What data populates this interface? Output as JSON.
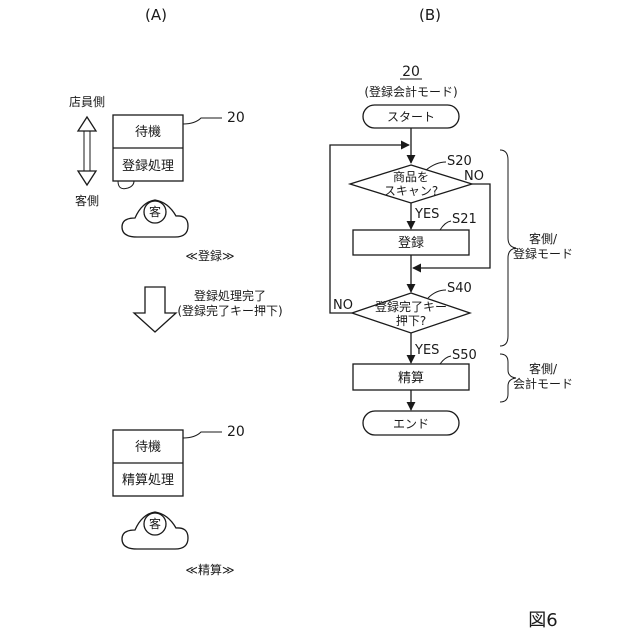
{
  "panel_a": {
    "label": "(A)",
    "clerk_side": "店員側",
    "customer_side": "客側",
    "top": {
      "ref": "20",
      "standby": "待機",
      "process": "登録処理",
      "customer": "客",
      "caption": "≪登録≫"
    },
    "transition": {
      "line1": "登録処理完了",
      "line2": "(登録完了キー押下)"
    },
    "bottom": {
      "ref": "20",
      "standby": "待機",
      "process": "精算処理",
      "customer": "客",
      "caption": "≪精算≫"
    }
  },
  "panel_b": {
    "label": "(B)",
    "ref": "20",
    "mode": "(登録会計モード)",
    "start": "スタート",
    "s20": {
      "step": "S20",
      "line1": "商品を",
      "line2": "スキャン?",
      "no": "NO",
      "yes": "YES"
    },
    "s21": {
      "step": "S21",
      "text": "登録"
    },
    "s40": {
      "step": "S40",
      "line1": "登録完了キー",
      "line2": "押下?",
      "no": "NO",
      "yes": "YES"
    },
    "s50": {
      "step": "S50",
      "text": "精算"
    },
    "end": "エンド",
    "brace1": {
      "line1": "客側/",
      "line2": "登録モード"
    },
    "brace2": {
      "line1": "客側/",
      "line2": "会計モード"
    }
  },
  "figure_label": "図6"
}
